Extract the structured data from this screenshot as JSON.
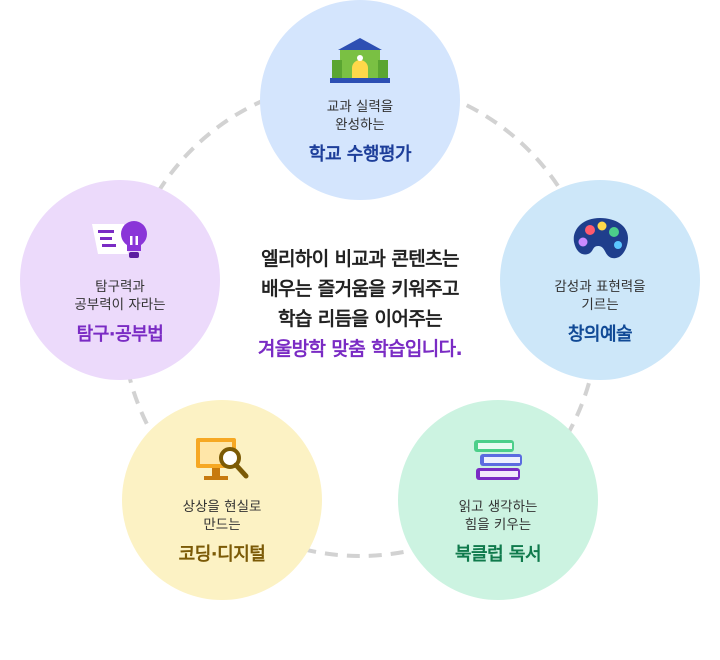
{
  "colors": {
    "accent": "#7a2bc4",
    "ring": "#d2d2d2"
  },
  "center": {
    "lines": [
      "엘리하이 비교과 콘텐츠는",
      "배우는 즐거움을 키워주고",
      "학습 리듬을 이어주는"
    ],
    "highlight": "겨울방학 맞춤 학습입니다."
  },
  "bubbles": {
    "top": {
      "icon": "school-building-icon",
      "sub1": "교과 실력을",
      "sub2": "완성하는",
      "title": "학교 수행평가"
    },
    "left": {
      "icon": "lightbulb-notes-icon",
      "sub1": "탐구력과",
      "sub2": "공부력이 자라는",
      "title": "탐구·공부법"
    },
    "right": {
      "icon": "paint-palette-icon",
      "sub1": "감성과 표현력을",
      "sub2": "기르는",
      "title": "창의예술"
    },
    "bottom_left": {
      "icon": "monitor-magnifier-icon",
      "sub1": "상상을 현실로",
      "sub2": "만드는",
      "title": "코딩·디지털"
    },
    "bottom_right": {
      "icon": "book-stack-icon",
      "sub1": "읽고 생각하는",
      "sub2": "힘을 키우는",
      "title": "북클럽 독서"
    }
  }
}
